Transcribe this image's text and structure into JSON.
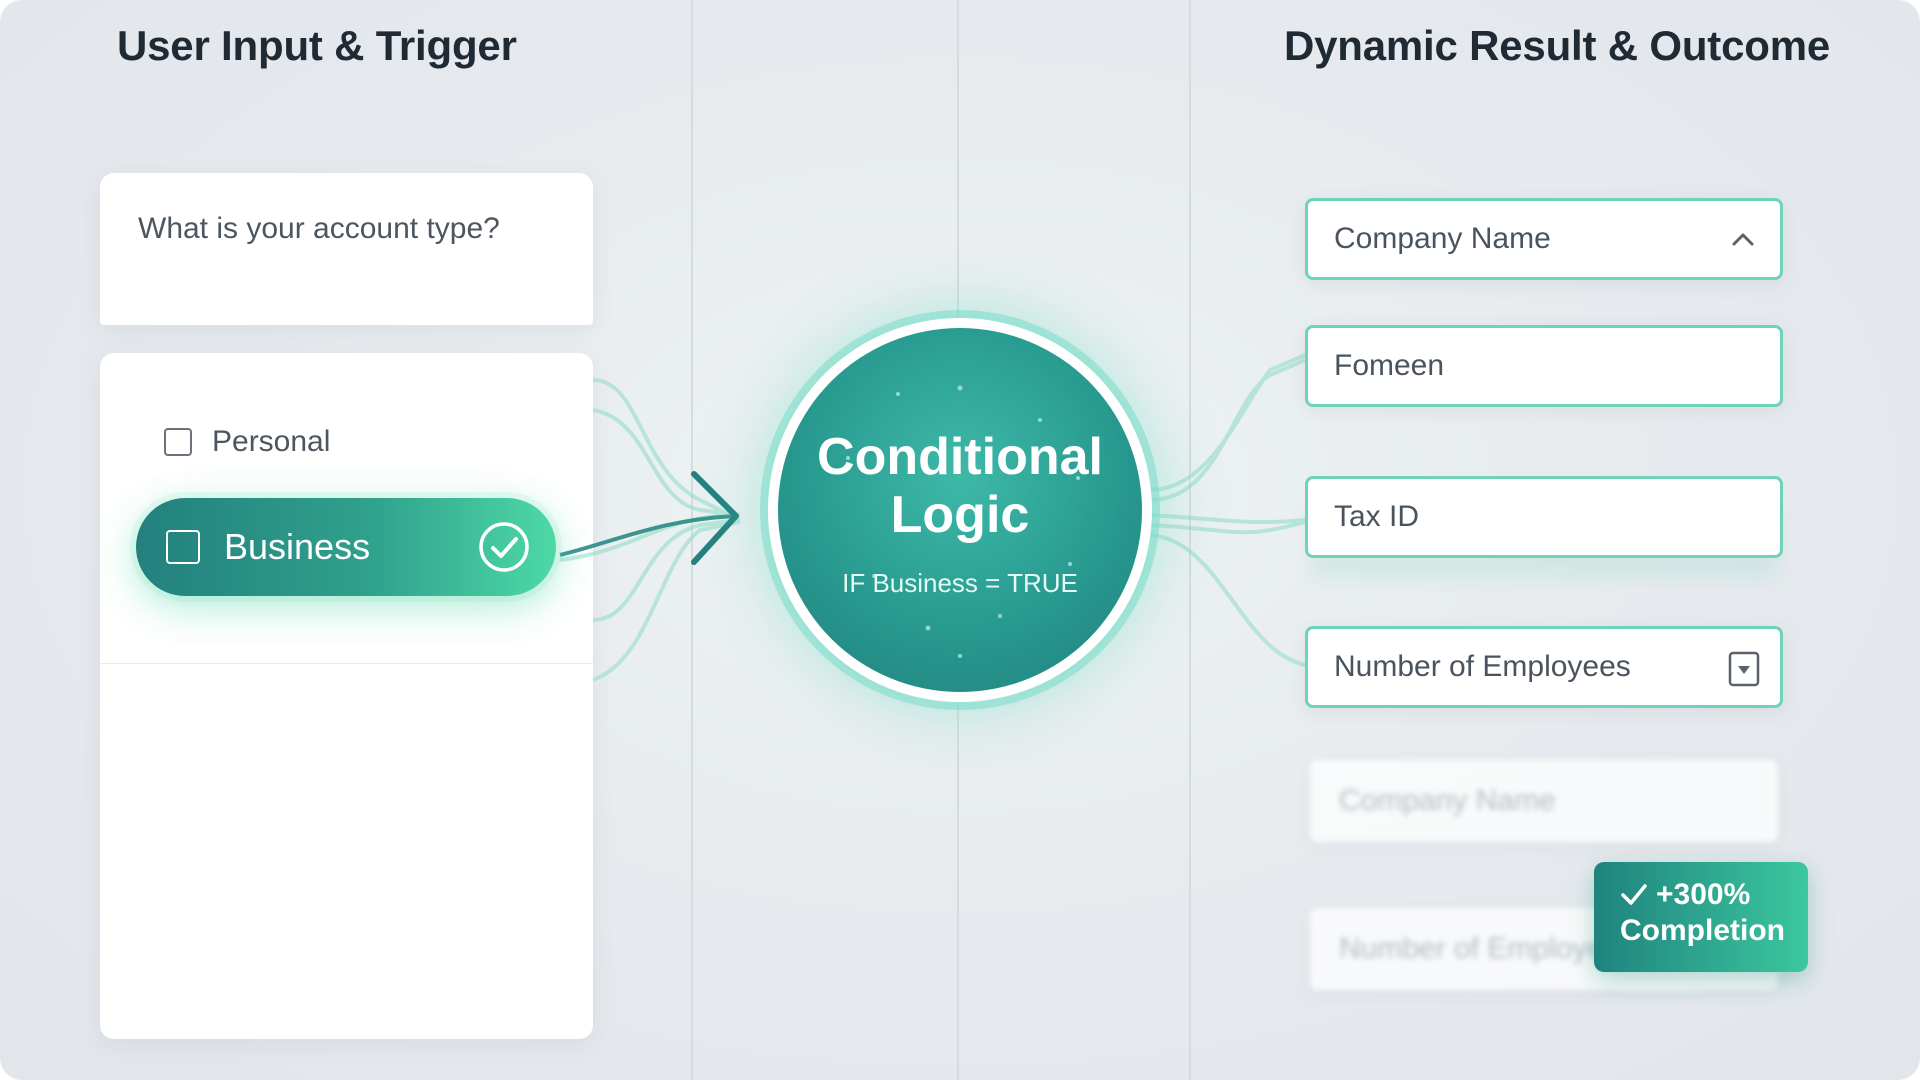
{
  "colors": {
    "accent_teal": "#289a90",
    "accent_mint": "#4dd9a6",
    "field_border": "#6fd3b9",
    "heading": "#1f2a35",
    "background": "#e6eaee"
  },
  "left_panel": {
    "heading": "User Input & Trigger",
    "question": "What is your account type?",
    "options": [
      {
        "label": "Personal",
        "selected": false
      },
      {
        "label": "Business",
        "selected": true,
        "icon": "check-circle-icon"
      }
    ]
  },
  "logic": {
    "title": "Conditional Logic",
    "condition": "IF Business = TRUE",
    "arrow_icon": "chevron-right-icon"
  },
  "right_panel": {
    "heading": "Dynamic Result & Outcome",
    "fields": [
      {
        "label": "Company Name",
        "icon": "chevron-up-icon"
      },
      {
        "label": "Fomeen"
      },
      {
        "label": "Tax ID"
      },
      {
        "label": "Number of Employees",
        "icon": "dropdown-icon"
      }
    ],
    "blurred_fields": [
      {
        "label": "Company Name"
      },
      {
        "label": "Number of Employees"
      }
    ],
    "badge": {
      "value": "+300%",
      "label": "Completion",
      "icon": "checkmark-icon"
    }
  }
}
